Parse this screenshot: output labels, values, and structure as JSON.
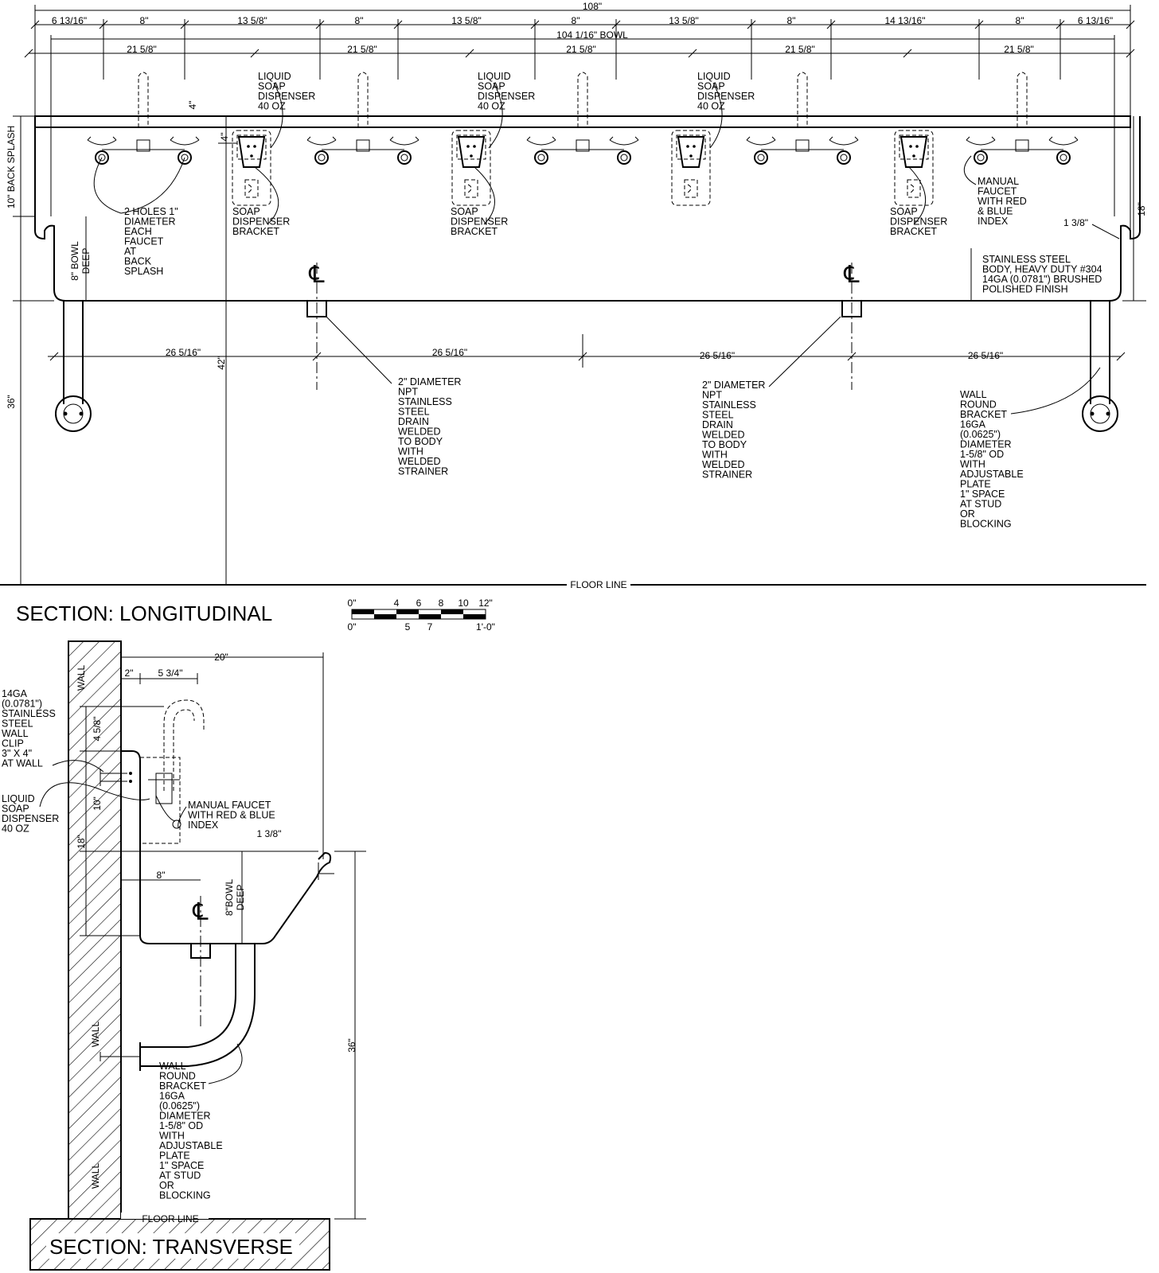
{
  "dimensions_top": {
    "overall": "108\"",
    "bowl": "104 1/16\" BOWL",
    "row1": [
      "6 13/16\"",
      "8\"",
      "13 5/8\"",
      "8\"",
      "13 5/8\"",
      "8\"",
      "13 5/8\"",
      "8\"",
      "14 13/16\"",
      "8\"",
      "6 13/16\""
    ],
    "row3": [
      "21 5/8\"",
      "21 5/8\"",
      "21 5/8\"",
      "21 5/8\"",
      "21 5/8\""
    ],
    "drains": [
      "26 5/16\"",
      "26 5/16\"",
      "26 5/16\"",
      "26 5/16\""
    ]
  },
  "dimensions_side": {
    "back_splash": "10\" BACK SPLASH",
    "four_a": "4\"",
    "four_b": "4\"",
    "bowl_deep": "8\" BOWL DEEP",
    "height_36": "36\"",
    "height_42": "42\"",
    "height_18": "18\"",
    "rim": "1 3/8\""
  },
  "labels_long": {
    "soap_dispenser": [
      "LIQUID",
      "SOAP",
      "DISPENSER",
      "40 OZ"
    ],
    "bracket": [
      "SOAP",
      "DISPENSER",
      "BRACKET"
    ],
    "holes": [
      "2 HOLES 1\"",
      "DIAMETER",
      "EACH",
      "FAUCET",
      "AT",
      "BACK",
      "SPLASH"
    ],
    "faucet": [
      "MANUAL",
      "FAUCET",
      "WITH RED",
      "& BLUE",
      "INDEX"
    ],
    "body": [
      "STAINLESS STEEL",
      "BODY, HEAVY DUTY #304",
      "14GA (0.0781\") BRUSHED",
      "POLISHED FINISH"
    ],
    "drain": [
      "2\" DIAMETER",
      "NPT",
      "STAINLESS",
      "STEEL",
      "DRAIN",
      "WELDED",
      "TO BODY",
      "WITH",
      "WELDED",
      "STRAINER"
    ],
    "wall_bracket": [
      "WALL",
      "ROUND",
      "BRACKET",
      "16GA",
      "(0.0625\")",
      "DIAMETER",
      "1-5/8\" OD",
      "WITH",
      "ADJUSTABLE",
      "PLATE",
      "1\" SPACE",
      "AT STUD",
      "OR",
      "BLOCKING"
    ],
    "floor_line": "FLOOR LINE",
    "section_title": "SECTION: LONGITUDINAL"
  },
  "scale_bar": {
    "top": [
      "0\"",
      "4",
      "6",
      "8",
      "10",
      "12\""
    ],
    "bottom": [
      "0\"",
      "5",
      "7",
      "1'-0\""
    ]
  },
  "transverse": {
    "dim_20": "20\"",
    "dim_2": "2\"",
    "dim_5_3_4": "5 3/4\"",
    "dim_4_5_8": "4 5/8\"",
    "dim_10": "10\"",
    "dim_18": "18\"",
    "dim_1_3_8": "1 3/8\"",
    "dim_8": "8\"",
    "bowl_deep": [
      "8\"BOWL",
      "DEEP"
    ],
    "dim_36": "36\"",
    "wall_clip": [
      "14GA",
      "(0.0781\")",
      "STAINLESS",
      "STEEL",
      "WALL",
      "CLIP",
      "3\" X 4\"",
      "AT WALL"
    ],
    "liquid_soap": [
      "LIQUID",
      "SOAP",
      "DISPENSER",
      "40 OZ"
    ],
    "faucet": [
      "MANUAL FAUCET",
      "WITH RED & BLUE",
      "INDEX"
    ],
    "bracket": [
      "WALL",
      "ROUND",
      "BRACKET",
      "16GA",
      "(0.0625\")",
      "DIAMETER",
      "1-5/8\" OD",
      "WITH",
      "ADJUSTABLE",
      "PLATE",
      "1\" SPACE",
      "AT STUD",
      "OR",
      "BLOCKING"
    ],
    "wall": "WALL",
    "floor_line": "FLOOR LINE",
    "section_title": "SECTION: TRANSVERSE"
  }
}
